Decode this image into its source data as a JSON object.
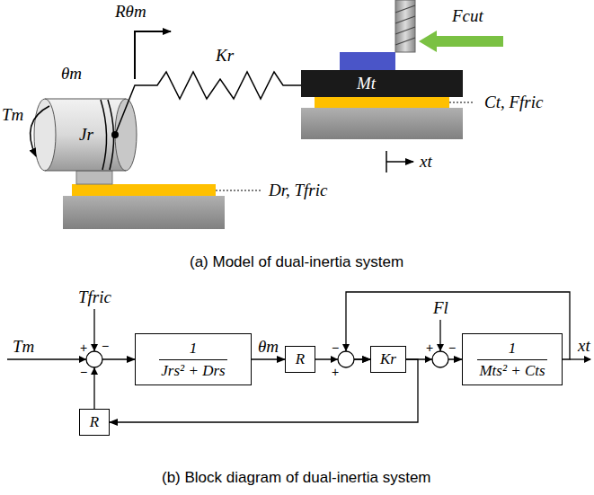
{
  "diagram": {
    "nodes": [
      {
        "text": [
          "1",
          "Jrs² + Drs"
        ]
      },
      {
        "text": [
          "R"
        ]
      },
      {
        "text": [
          "Kr"
        ]
      },
      {
        "text": [
          "1",
          "Mts² + Cts"
        ]
      },
      {
        "text": [
          "R"
        ]
      }
    ],
    "edges": [
      {
        "from": 0,
        "to": 1,
        "arrow": "to"
      },
      {
        "from": 1,
        "to": 2,
        "arrow": "to"
      },
      {
        "from": 2,
        "to": 3,
        "arrow": "to"
      },
      {
        "from": 3,
        "to": 2,
        "arrow": "to"
      },
      {
        "from": 2,
        "to": 4,
        "arrow": "to"
      },
      {
        "from": 4,
        "to": 0,
        "arrow": "to"
      }
    ],
    "labels": [
      "Rθm",
      "Kr",
      "θm",
      "Tm",
      "Jr",
      "Mt",
      "Fcut",
      "Ct, Ffric",
      "Dr, Tfric",
      "xt",
      "(a) Model of dual-inertia system",
      "Tm",
      "Tfric",
      "θm",
      "Fl",
      "xt",
      "+",
      "−",
      "−",
      "−",
      "+",
      "+",
      "−",
      "(b) Block diagram of dual-inertia system"
    ]
  }
}
